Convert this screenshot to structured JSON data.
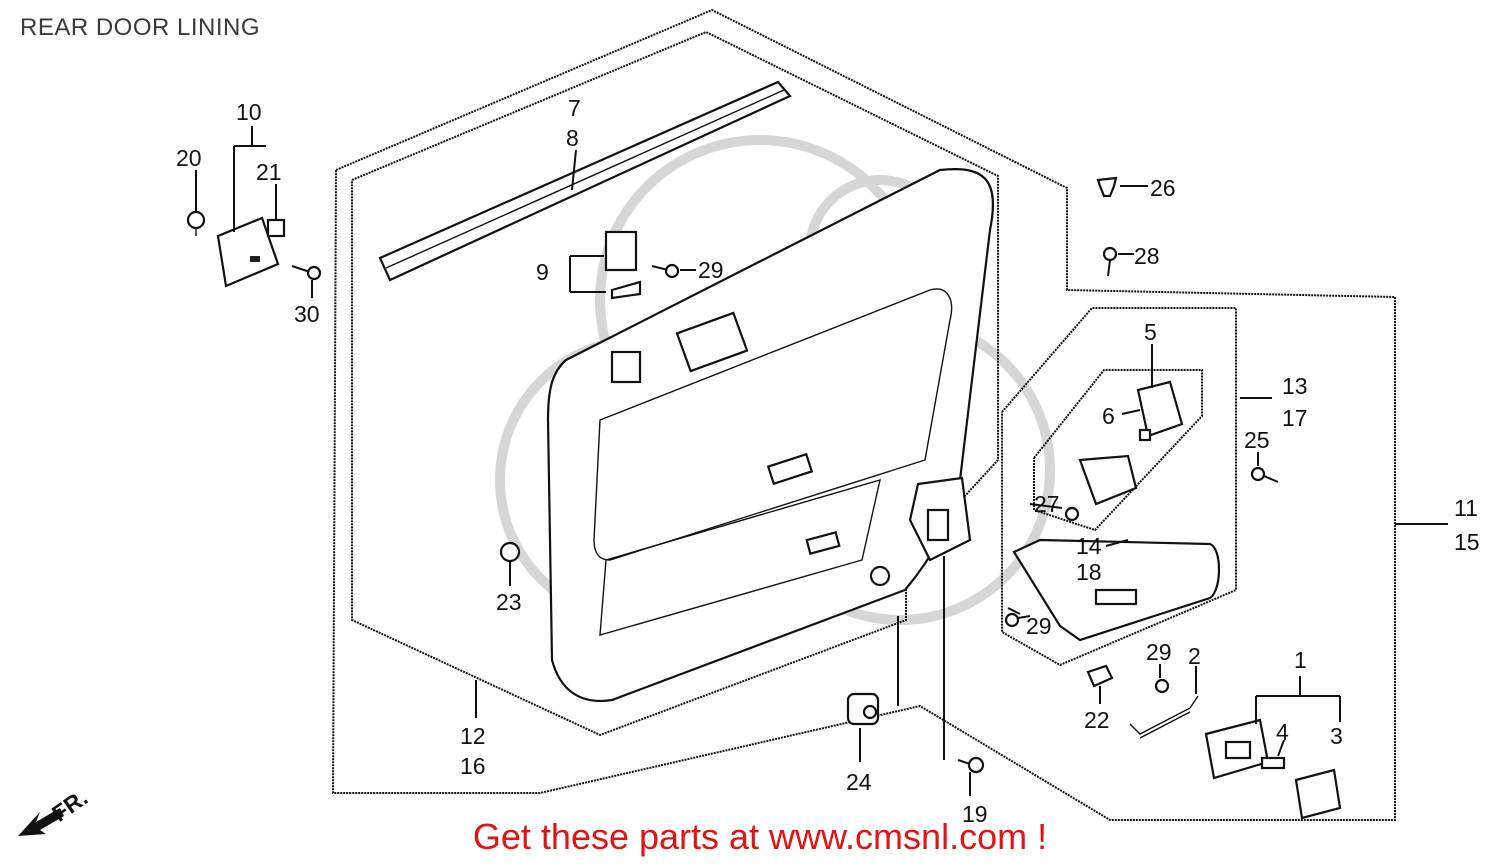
{
  "diagram": {
    "title": "REAR DOOR LINING",
    "footer": "Get these parts at www.cmsnl.com !",
    "fr_label": "FR.",
    "colors": {
      "footer": "#e01414",
      "ink": "#111111",
      "watermark": "#d6d6d6"
    },
    "callouts": [
      "1",
      "2",
      "3",
      "4",
      "5",
      "6",
      "7",
      "8",
      "9",
      "10",
      "11",
      "12",
      "13",
      "14",
      "15",
      "16",
      "17",
      "18",
      "19",
      "20",
      "21",
      "22",
      "23",
      "24",
      "25",
      "26",
      "27",
      "28",
      "29",
      "29",
      "29",
      "30"
    ]
  }
}
